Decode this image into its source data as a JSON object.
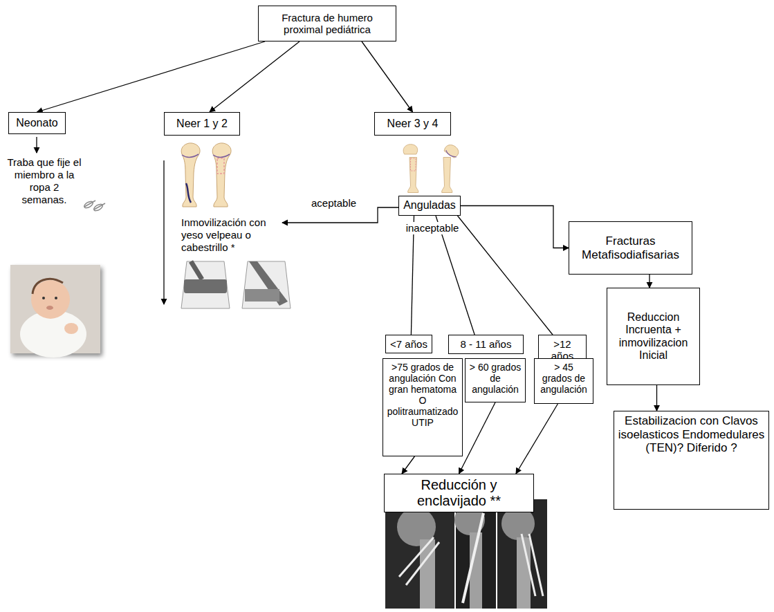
{
  "diagram": {
    "nodes": [
      {
        "text": [
          "Fractura de humero proximal pediátrica"
        ]
      },
      {
        "text": [
          "Neonato"
        ]
      },
      {
        "text": [
          "Neer 1 y 2"
        ]
      },
      {
        "text": [
          "Neer 3 y 4"
        ]
      },
      {
        "text": [
          "Anguladas"
        ]
      },
      {
        "text": [
          "Fracturas Metafisodiafisarias"
        ]
      },
      {
        "text": [
          "<7 años"
        ]
      },
      {
        "text": [
          "8 - 11 años"
        ]
      },
      {
        "text": [
          ">12 años"
        ]
      },
      {
        "text": [
          ">75 grados de angulación Con gran hematoma O politraumatizado UTIP"
        ]
      },
      {
        "text": [
          "> 60 grados de angulación"
        ]
      },
      {
        "text": [
          "> 45 grados de angulación"
        ]
      },
      {
        "text": [
          "Reducción y enclavijado **"
        ]
      },
      {
        "text": [
          "Reduccion Incruenta + inmovilizacion Inicial"
        ]
      },
      {
        "text": [
          "Estabilizacion con Clavos isoelasticos Endomedulares (TEN)? Diferido ?"
        ]
      }
    ],
    "edges": [
      {
        "from": 0,
        "to": 1,
        "arrow": "to"
      },
      {
        "from": 0,
        "to": 2,
        "arrow": "to"
      },
      {
        "from": 0,
        "to": 3,
        "arrow": "to"
      },
      {
        "from": 4,
        "to": 5,
        "arrow": "to"
      },
      {
        "from": 4,
        "to": 6,
        "arrow": "none"
      },
      {
        "from": 4,
        "to": 7,
        "arrow": "none"
      },
      {
        "from": 4,
        "to": 8,
        "arrow": "none"
      },
      {
        "from": 9,
        "to": 12,
        "arrow": "to"
      },
      {
        "from": 10,
        "to": 12,
        "arrow": "to"
      },
      {
        "from": 11,
        "to": 12,
        "arrow": "to"
      },
      {
        "from": 5,
        "to": 13,
        "arrow": "to"
      },
      {
        "from": 13,
        "to": 14,
        "arrow": "to"
      }
    ],
    "labels": [
      "Traba que fije el miembro a la ropa 2 semanas.",
      "aceptable",
      "inaceptable",
      "Inmovilización con yeso velpeau o cabestrillo *"
    ]
  }
}
